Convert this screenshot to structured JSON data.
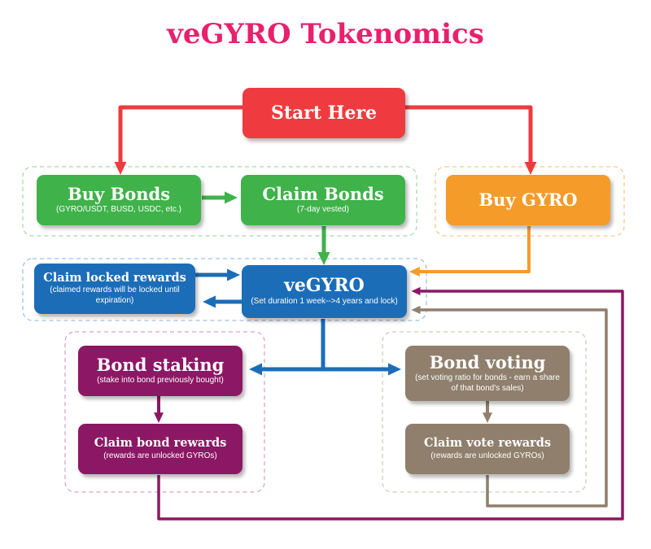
{
  "title": "veGYRO Tokenomics",
  "colors": {
    "title": "#e8206e",
    "red": "#ef3b3f",
    "green": "#3fb24a",
    "orange": "#f59b2a",
    "blue": "#1b6db8",
    "purple": "#8c1764",
    "taupe": "#8f7f6c"
  },
  "nodes": {
    "start": {
      "title": "Start Here"
    },
    "buy_bonds": {
      "title": "Buy Bonds",
      "subtitle": "(GYRO/USDT, BUSD, USDC, etc.)"
    },
    "claim_bonds": {
      "title": "Claim Bonds",
      "subtitle": "(7-day vested)"
    },
    "buy_gyro": {
      "title": "Buy GYRO"
    },
    "claim_locked": {
      "title": "Claim locked rewards",
      "subtitle": "(claimed rewards will be locked until expiration)"
    },
    "vegyro": {
      "title": "veGYRO",
      "subtitle": "(Set duration 1 week-->4 years and lock)"
    },
    "bond_staking": {
      "title": "Bond staking",
      "subtitle": "(stake into bond previously bought)"
    },
    "claim_bond_rewards": {
      "title": "Claim bond rewards",
      "subtitle": "(rewards are unlocked GYROs)"
    },
    "bond_voting": {
      "title": "Bond voting",
      "subtitle": "(set voting ratio for bonds - earn a share of that bond's sales)"
    },
    "claim_vote_rewards": {
      "title": "Claim vote rewards",
      "subtitle": "(rewards are unlocked GYROs)"
    }
  }
}
